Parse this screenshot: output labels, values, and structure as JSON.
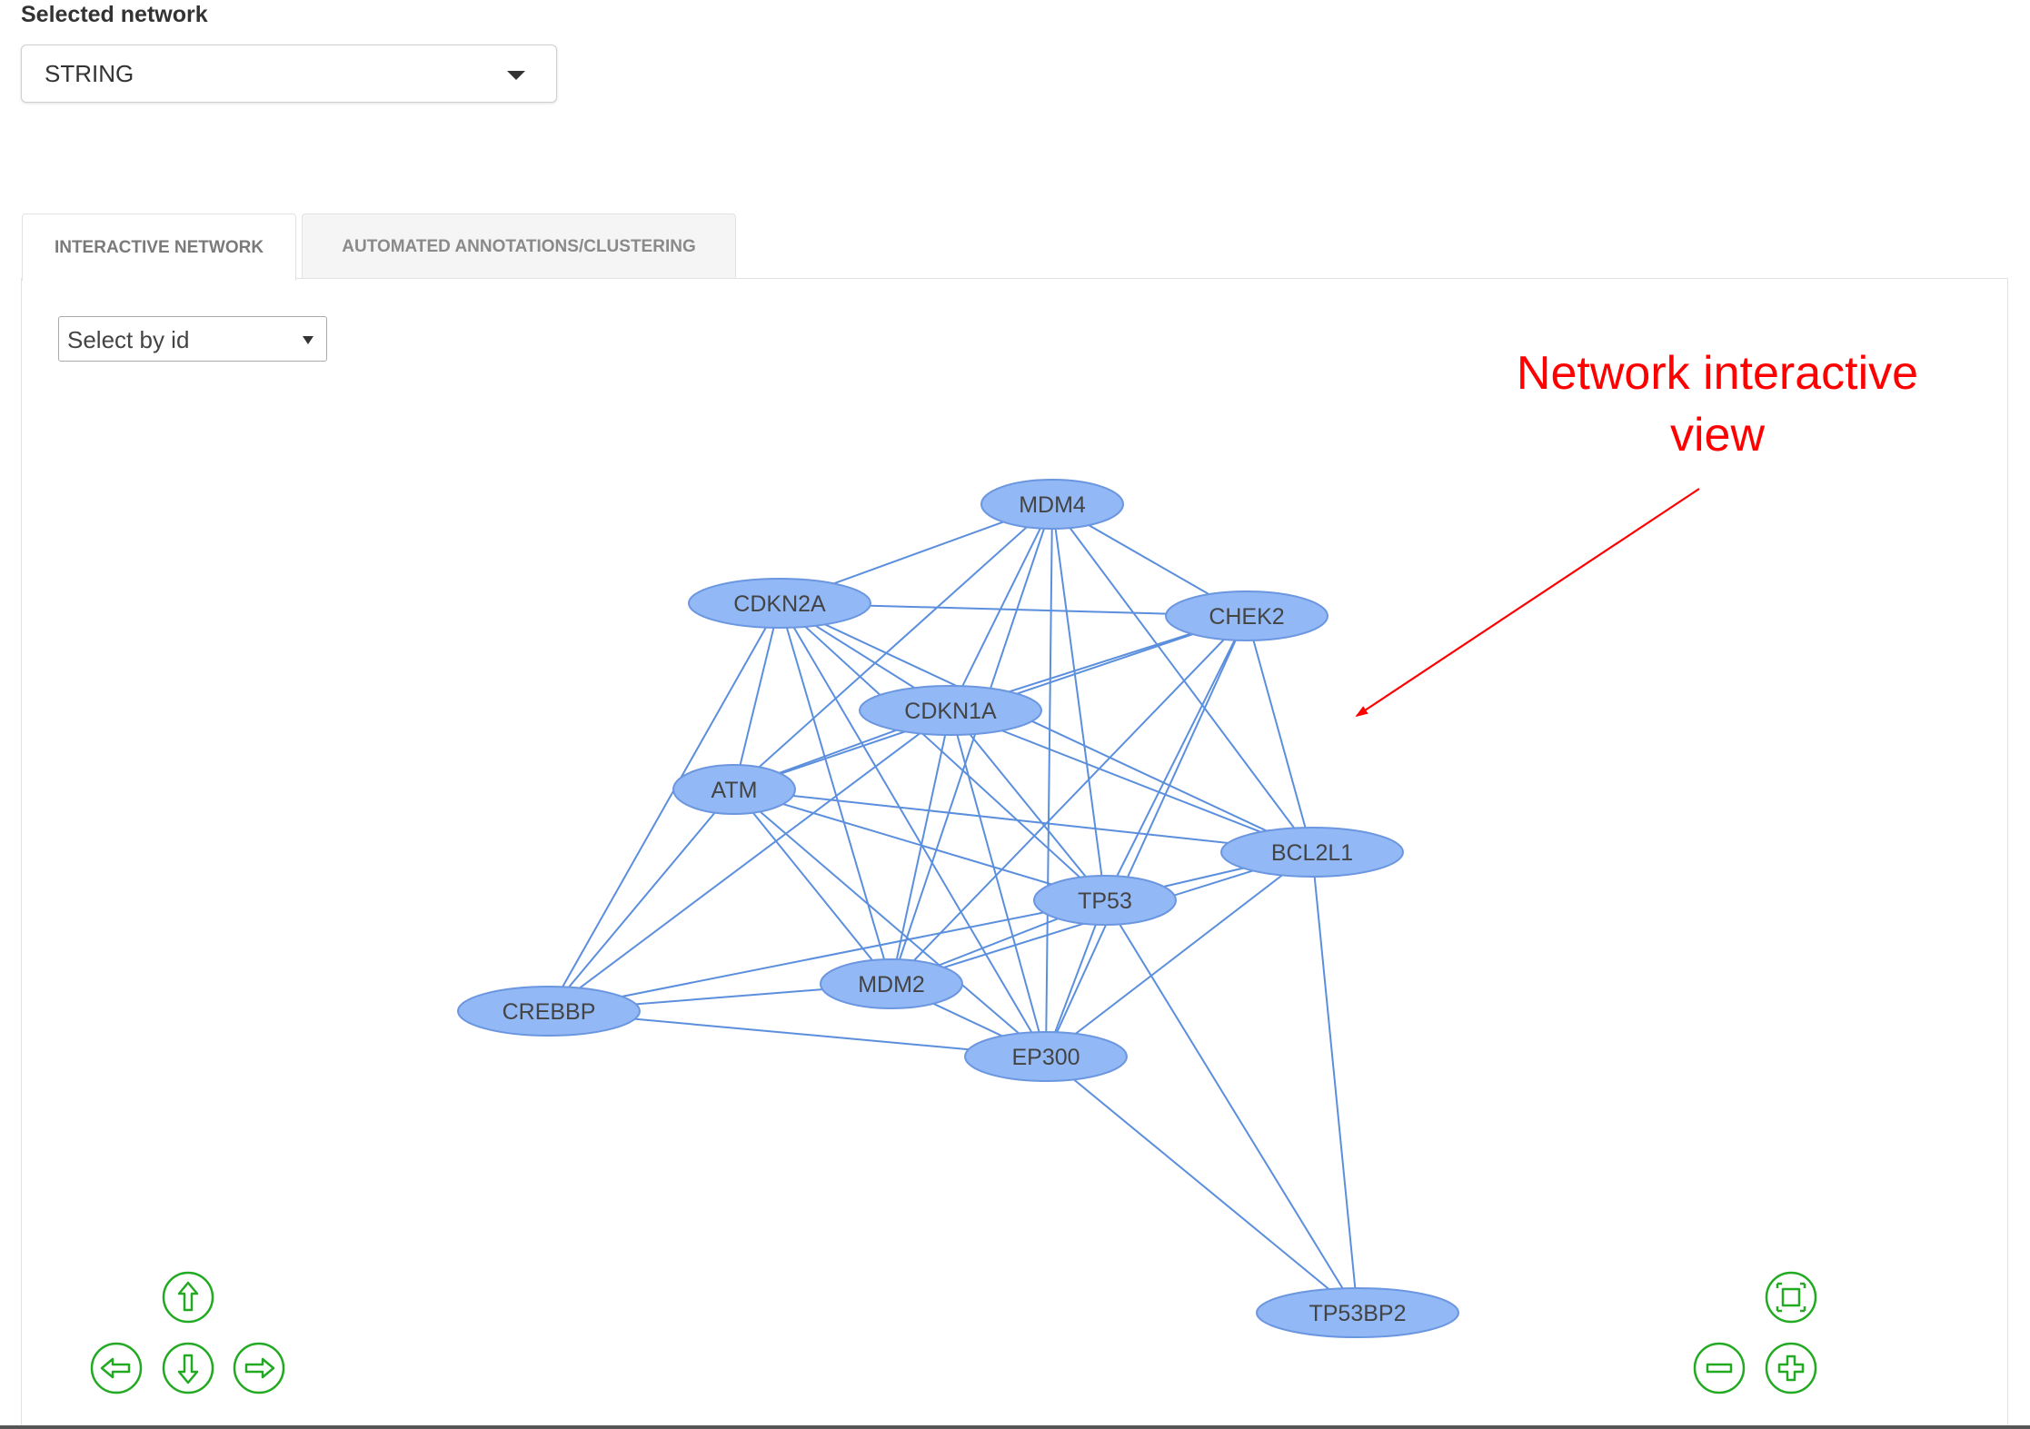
{
  "network_selector": {
    "label": "Selected network",
    "selected": "STRING"
  },
  "tabs": [
    {
      "label": "INTERACTIVE NETWORK",
      "active": true
    },
    {
      "label": "AUTOMATED ANNOTATIONS/CLUSTERING",
      "active": false
    }
  ],
  "id_select": {
    "placeholder": "Select by id"
  },
  "annotation": {
    "line1": "Network interactive",
    "line2": "view",
    "color": "#ff0000"
  },
  "graph": {
    "node_fill": "#92b8f5",
    "node_stroke": "#6b96e0",
    "edge_color": "#5b8fdd",
    "control_color": "#22aa22",
    "nodes": [
      {
        "id": "MDM4",
        "label": "MDM4"
      },
      {
        "id": "CDKN2A",
        "label": "CDKN2A"
      },
      {
        "id": "CHEK2",
        "label": "CHEK2"
      },
      {
        "id": "CDKN1A",
        "label": "CDKN1A"
      },
      {
        "id": "ATM",
        "label": "ATM"
      },
      {
        "id": "BCL2L1",
        "label": "BCL2L1"
      },
      {
        "id": "TP53",
        "label": "TP53"
      },
      {
        "id": "MDM2",
        "label": "MDM2"
      },
      {
        "id": "CREBBP",
        "label": "CREBBP"
      },
      {
        "id": "EP300",
        "label": "EP300"
      },
      {
        "id": "TP53BP2",
        "label": "TP53BP2"
      }
    ],
    "edges": [
      [
        "MDM4",
        "CDKN2A"
      ],
      [
        "MDM4",
        "CHEK2"
      ],
      [
        "MDM4",
        "CDKN1A"
      ],
      [
        "MDM4",
        "ATM"
      ],
      [
        "MDM4",
        "BCL2L1"
      ],
      [
        "MDM4",
        "TP53"
      ],
      [
        "MDM4",
        "MDM2"
      ],
      [
        "MDM4",
        "EP300"
      ],
      [
        "CDKN2A",
        "CHEK2"
      ],
      [
        "CDKN2A",
        "CDKN1A"
      ],
      [
        "CDKN2A",
        "ATM"
      ],
      [
        "CDKN2A",
        "BCL2L1"
      ],
      [
        "CDKN2A",
        "TP53"
      ],
      [
        "CDKN2A",
        "MDM2"
      ],
      [
        "CDKN2A",
        "CREBBP"
      ],
      [
        "CDKN2A",
        "EP300"
      ],
      [
        "CHEK2",
        "CDKN1A"
      ],
      [
        "CHEK2",
        "ATM"
      ],
      [
        "CHEK2",
        "BCL2L1"
      ],
      [
        "CHEK2",
        "TP53"
      ],
      [
        "CHEK2",
        "MDM2"
      ],
      [
        "CHEK2",
        "EP300"
      ],
      [
        "CDKN1A",
        "ATM"
      ],
      [
        "CDKN1A",
        "BCL2L1"
      ],
      [
        "CDKN1A",
        "TP53"
      ],
      [
        "CDKN1A",
        "MDM2"
      ],
      [
        "CDKN1A",
        "CREBBP"
      ],
      [
        "CDKN1A",
        "EP300"
      ],
      [
        "ATM",
        "BCL2L1"
      ],
      [
        "ATM",
        "TP53"
      ],
      [
        "ATM",
        "MDM2"
      ],
      [
        "ATM",
        "CREBBP"
      ],
      [
        "ATM",
        "EP300"
      ],
      [
        "BCL2L1",
        "TP53"
      ],
      [
        "BCL2L1",
        "MDM2"
      ],
      [
        "BCL2L1",
        "EP300"
      ],
      [
        "BCL2L1",
        "TP53BP2"
      ],
      [
        "TP53",
        "MDM2"
      ],
      [
        "TP53",
        "CREBBP"
      ],
      [
        "TP53",
        "EP300"
      ],
      [
        "TP53",
        "TP53BP2"
      ],
      [
        "MDM2",
        "CREBBP"
      ],
      [
        "MDM2",
        "EP300"
      ],
      [
        "CREBBP",
        "EP300"
      ],
      [
        "EP300",
        "TP53BP2"
      ]
    ]
  },
  "nav_controls": [
    "up-arrow-icon",
    "left-arrow-icon",
    "down-arrow-icon",
    "right-arrow-icon"
  ],
  "zoom_controls": [
    "fit-screen-icon",
    "zoom-out-icon",
    "zoom-in-icon"
  ]
}
